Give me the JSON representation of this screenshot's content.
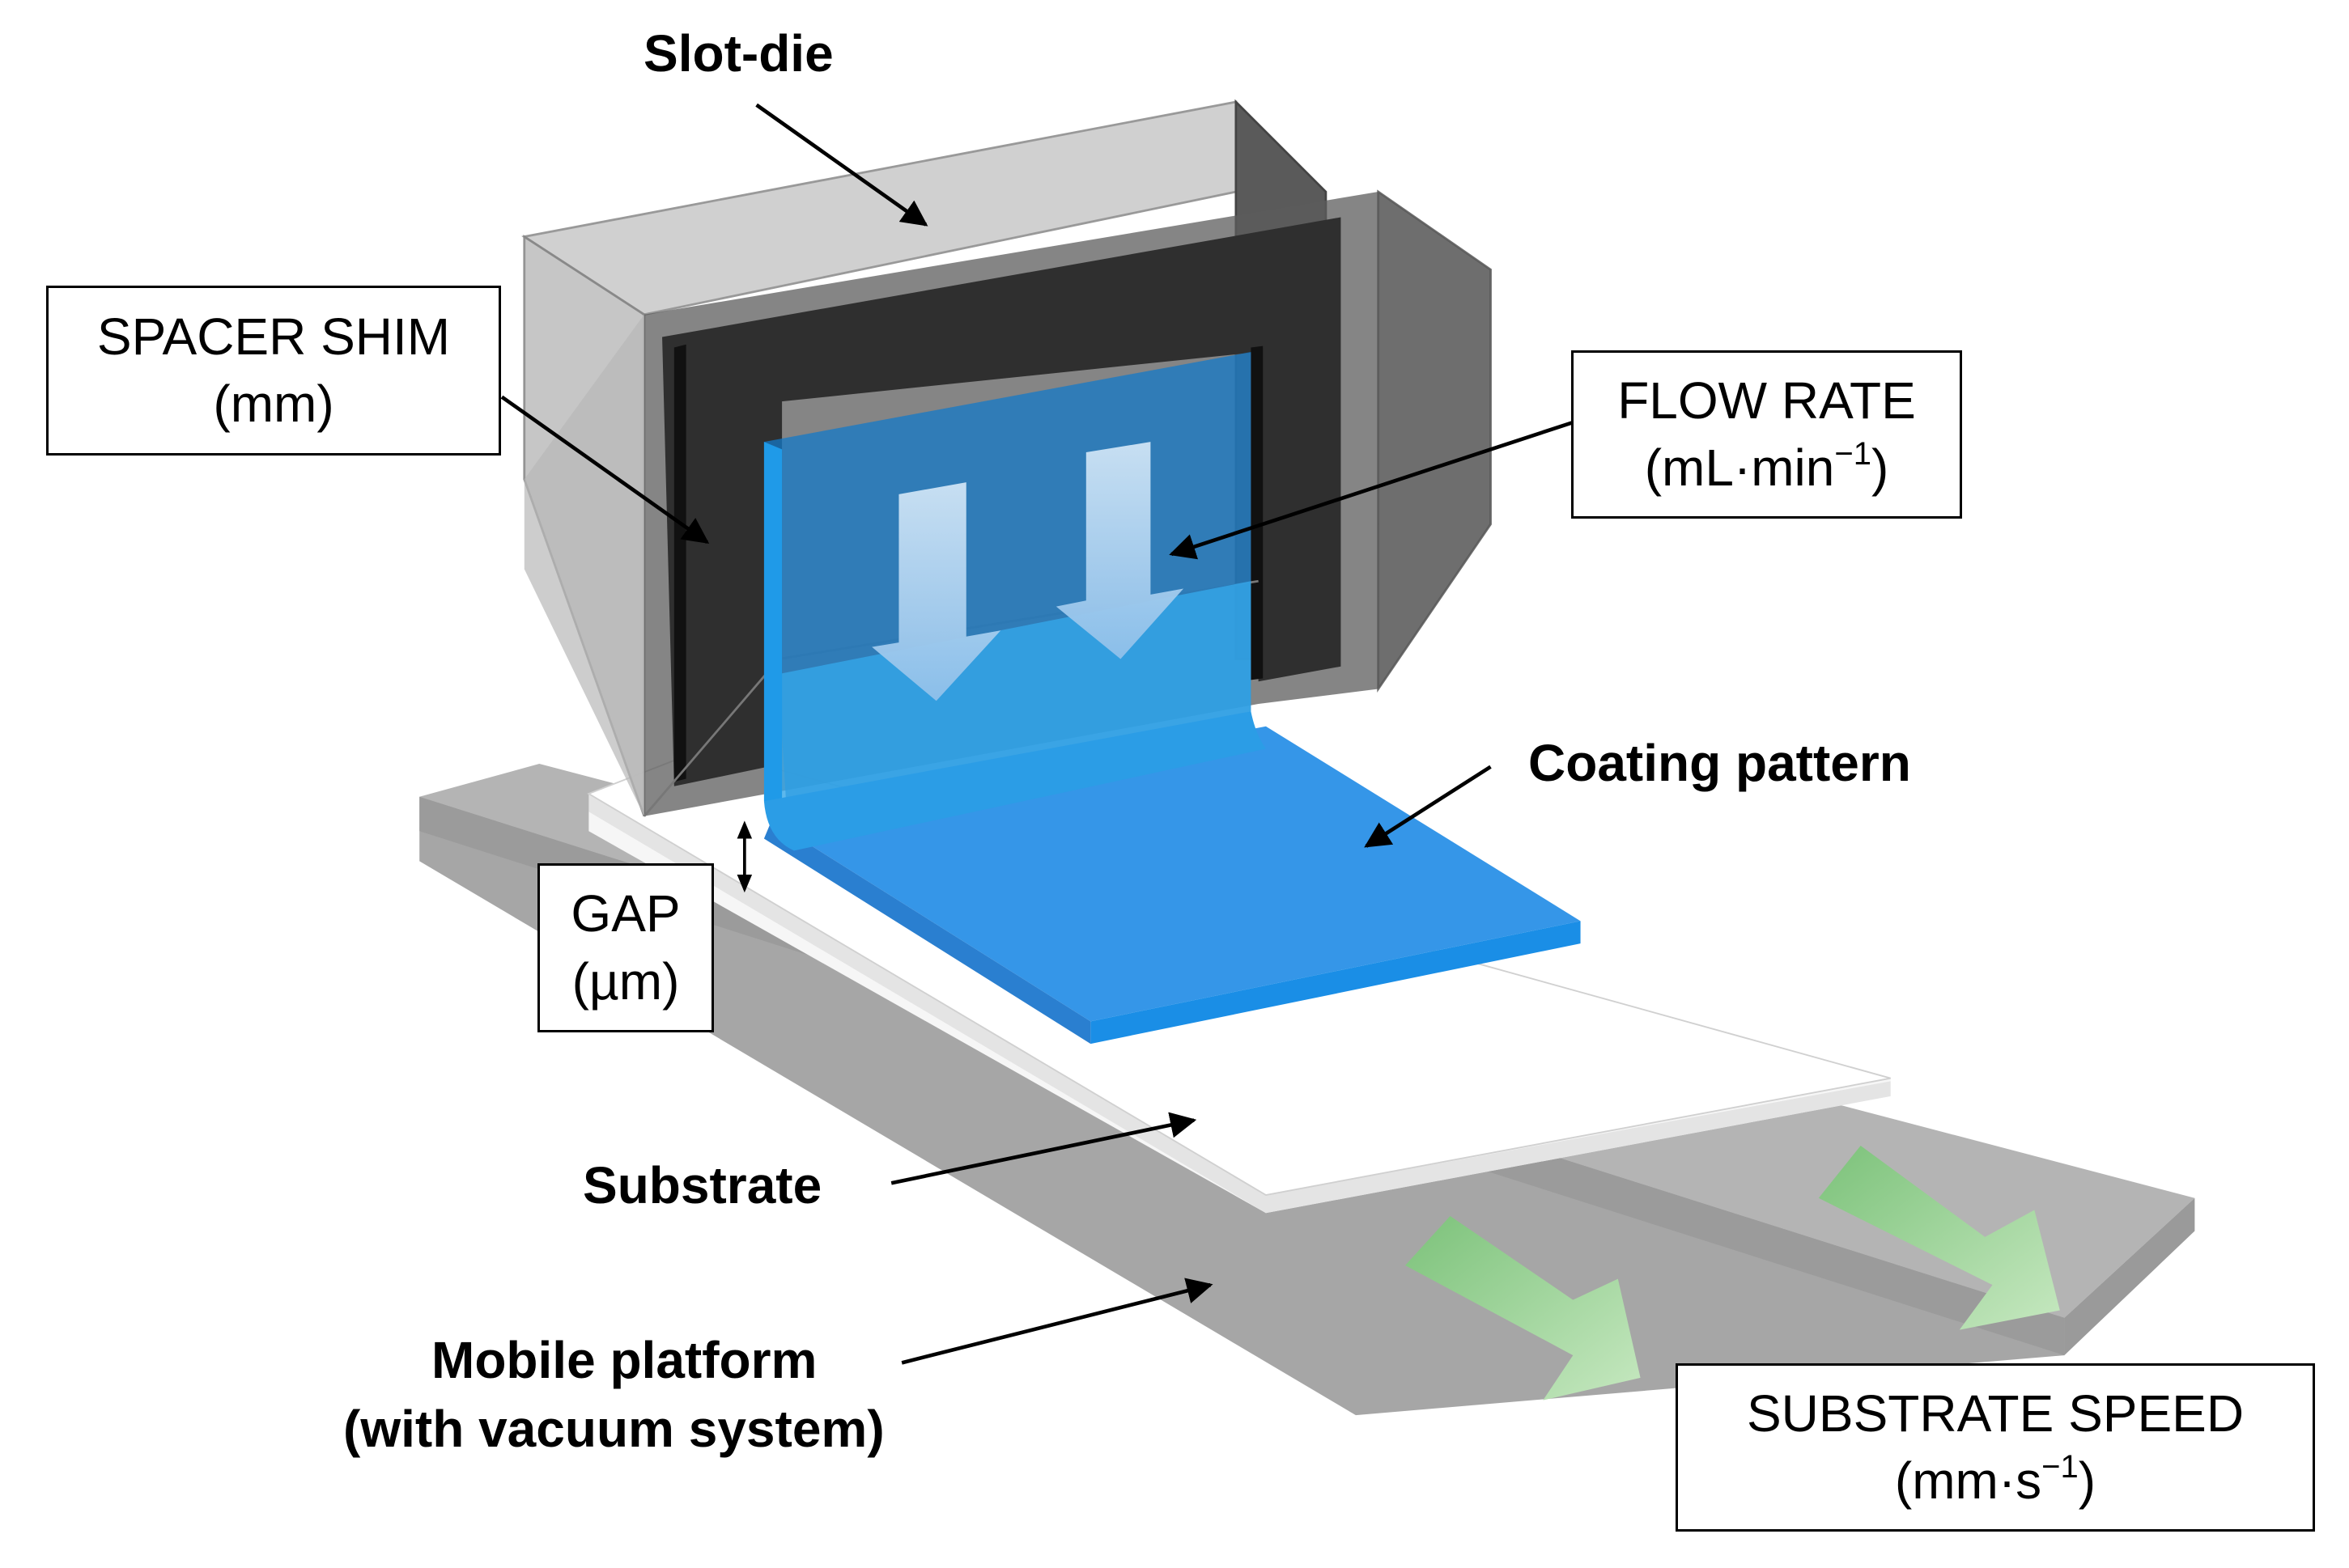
{
  "labels": {
    "slot_die": "Slot-die",
    "coating_pattern": "Coating pattern",
    "substrate": "Substrate",
    "mobile_platform_line1": "Mobile platform",
    "mobile_platform_line2": "(with vacuum system)"
  },
  "boxes": {
    "spacer_shim": {
      "line1": "SPACER SHIM",
      "line2": "(mm)"
    },
    "flow_rate": {
      "line1": "FLOW RATE",
      "line2_base": "(mL·min",
      "line2_sup": "−1",
      "line2_end": ")"
    },
    "gap": {
      "line1": "GAP",
      "line2": "(µm)"
    },
    "substrate_speed": {
      "line1": "SUBSTRATE SPEED",
      "line2_base": "(mm·s",
      "line2_sup": "−1",
      "line2_end": ")"
    }
  },
  "colors": {
    "platform": "#a6a6a6",
    "substrate": "#ffffff",
    "coating": "#3399e6",
    "die_frame": "#333333",
    "flow_arrow": "#bcd8f0",
    "speed_arrow": "#9fd49a"
  }
}
